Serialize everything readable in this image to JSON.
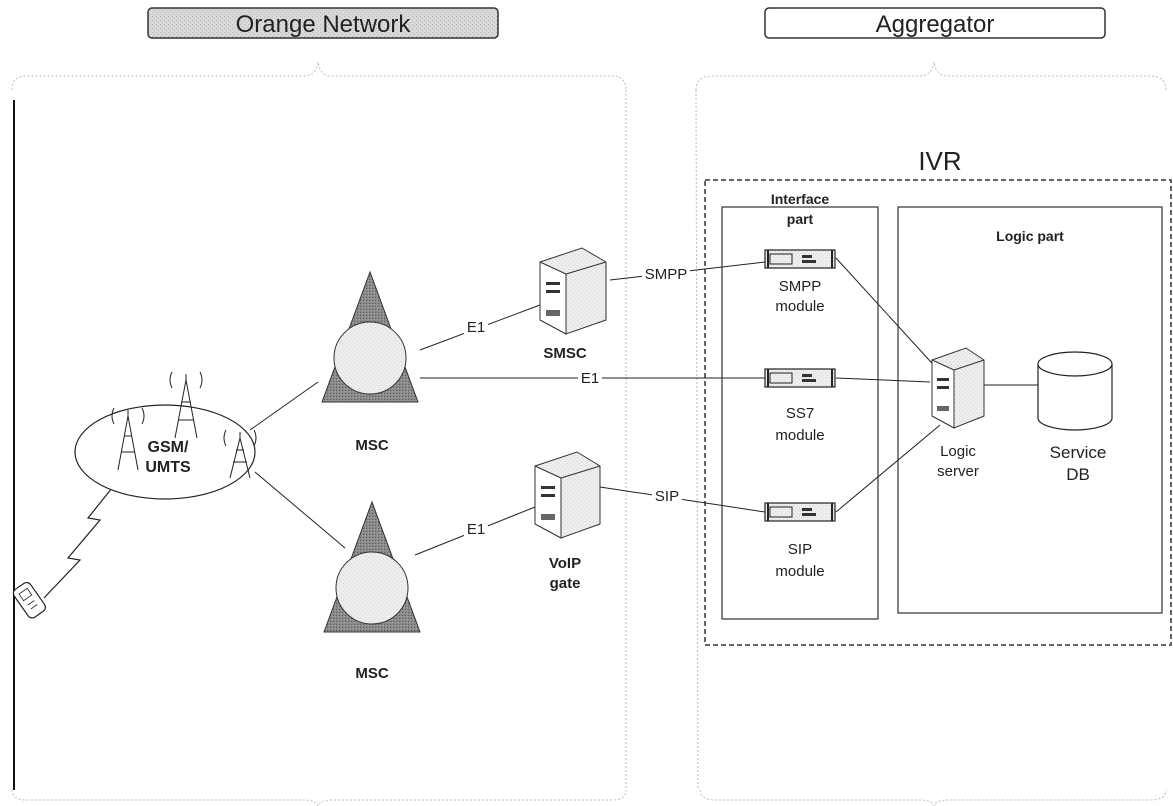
{
  "headers": {
    "left": "Orange Network",
    "right": "Aggregator"
  },
  "ivr": {
    "title": "IVR",
    "interface_part": [
      "Interface",
      "part"
    ],
    "logic_part": "Logic part"
  },
  "nodes": {
    "gsm": [
      "GSM/",
      "UMTS"
    ],
    "msc_top": "MSC",
    "msc_bottom": "MSC",
    "smsc": "SMSC",
    "voip": [
      "VoIP",
      "gate"
    ],
    "smpp_module": [
      "SMPP",
      "module"
    ],
    "ss7_module": [
      "SS7",
      "module"
    ],
    "sip_module": [
      "SIP",
      "module"
    ],
    "logic_server": [
      "Logic",
      "server"
    ],
    "service_db": [
      "Service",
      "DB"
    ]
  },
  "links": {
    "smpp": "SMPP",
    "sip": "SIP",
    "e1_msc_smsc": "E1",
    "e1_msc_ss7": "E1",
    "e1_msc_voip": "E1"
  }
}
